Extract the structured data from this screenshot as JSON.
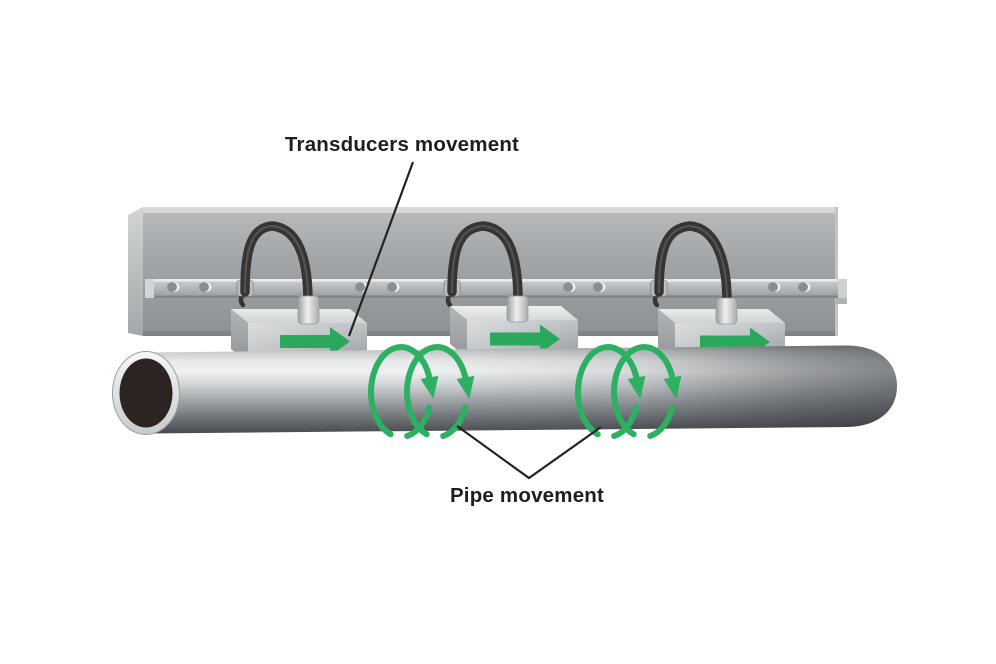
{
  "figure": {
    "type": "technical-illustration",
    "subject": "clamp-on ultrasonic transducers on a mounting rail scanning a pipe",
    "labels": {
      "transducers_movement": "Transducers movement",
      "pipe_movement": "Pipe movement"
    },
    "counts": {
      "transducers": 3,
      "rotation_loop_groups": 2
    },
    "movement": {
      "transducer_direction": "right",
      "pipe_rotation": "around pipe axis"
    },
    "colors": {
      "arrow_green": "#2aa85c",
      "loop_green": "#2db061",
      "label_text": "#1e1e20",
      "leader_line": "#232323",
      "cable": "#353535",
      "cable_sheen": "#6a6a6a",
      "pipe_bore": "#2b2421"
    }
  }
}
